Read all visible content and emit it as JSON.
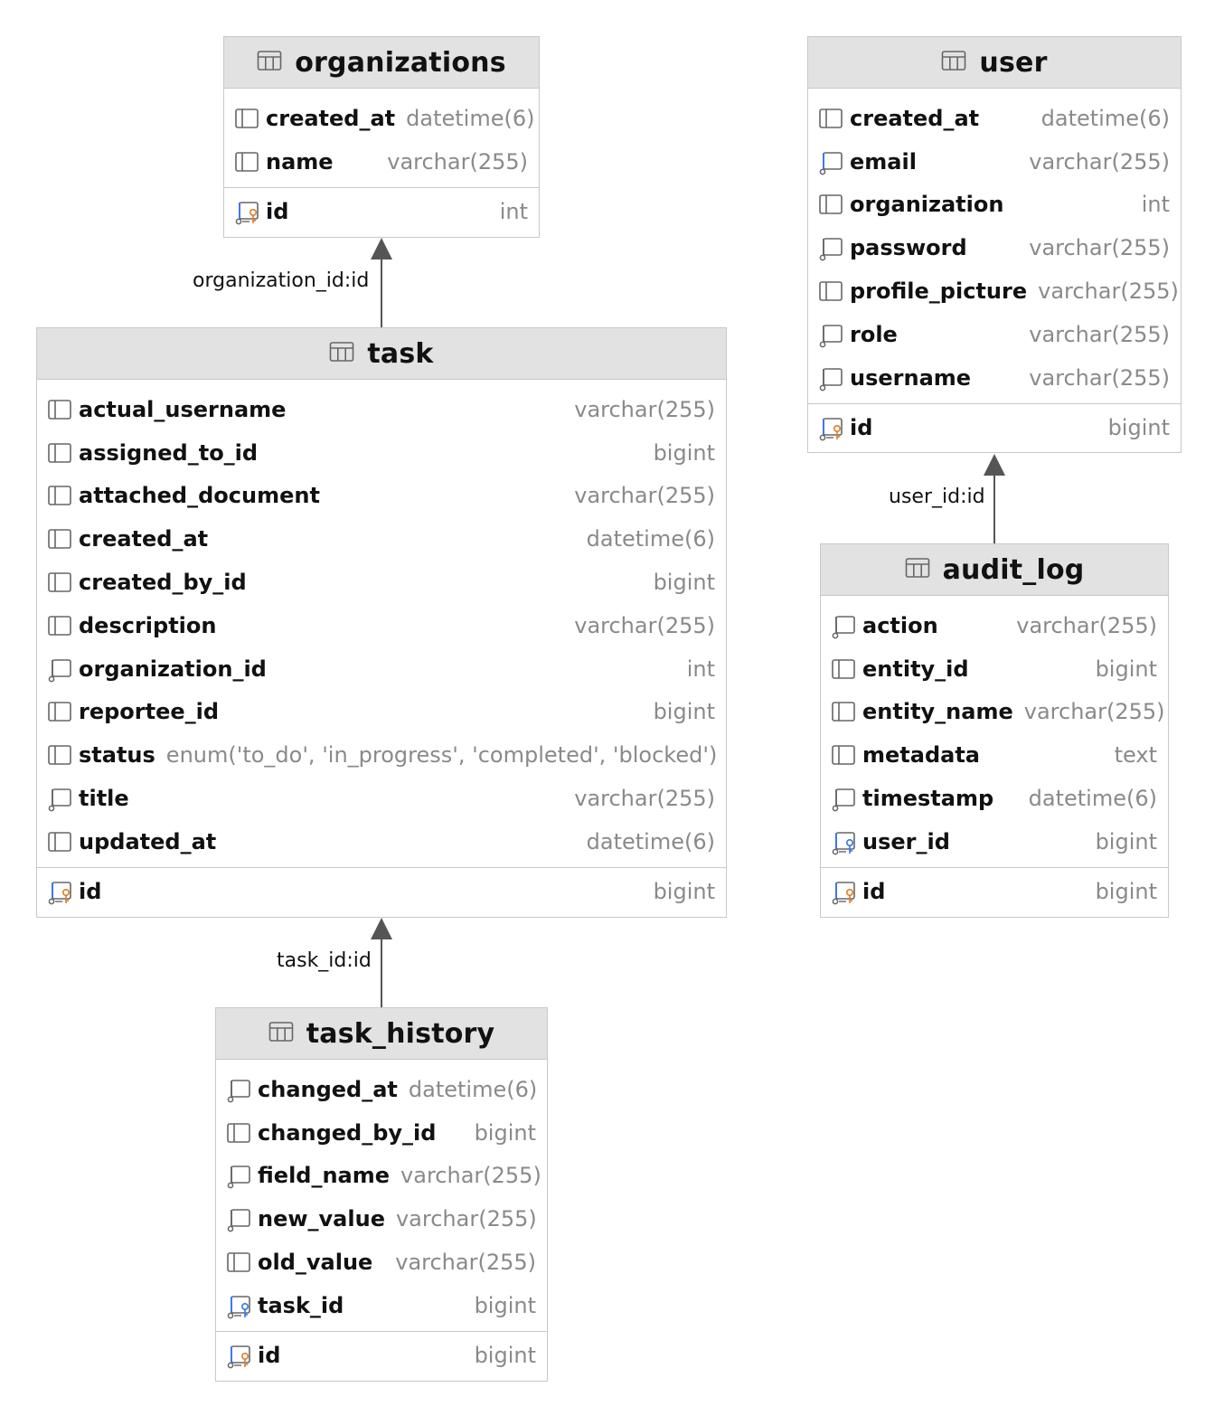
{
  "tables": {
    "organizations": {
      "name": "organizations",
      "columns": [
        {
          "name": "created_at",
          "type": "datetime(6)",
          "icon": "column-icon"
        },
        {
          "name": "name",
          "type": "varchar(255)",
          "icon": "column-icon"
        }
      ],
      "pk": {
        "name": "id",
        "type": "int",
        "icon": "primary-key-icon"
      }
    },
    "user": {
      "name": "user",
      "columns": [
        {
          "name": "created_at",
          "type": "datetime(6)",
          "icon": "column-icon"
        },
        {
          "name": "email",
          "type": "varchar(255)",
          "icon": "indexed-column-icon"
        },
        {
          "name": "organization",
          "type": "int",
          "icon": "column-icon"
        },
        {
          "name": "password",
          "type": "varchar(255)",
          "icon": "not-null-column-icon"
        },
        {
          "name": "profile_picture",
          "type": "varchar(255)",
          "icon": "column-icon"
        },
        {
          "name": "role",
          "type": "varchar(255)",
          "icon": "not-null-column-icon"
        },
        {
          "name": "username",
          "type": "varchar(255)",
          "icon": "not-null-column-icon"
        }
      ],
      "pk": {
        "name": "id",
        "type": "bigint",
        "icon": "primary-key-icon"
      }
    },
    "task": {
      "name": "task",
      "columns": [
        {
          "name": "actual_username",
          "type": "varchar(255)",
          "icon": "column-icon"
        },
        {
          "name": "assigned_to_id",
          "type": "bigint",
          "icon": "column-icon"
        },
        {
          "name": "attached_document",
          "type": "varchar(255)",
          "icon": "column-icon"
        },
        {
          "name": "created_at",
          "type": "datetime(6)",
          "icon": "column-icon"
        },
        {
          "name": "created_by_id",
          "type": "bigint",
          "icon": "column-icon"
        },
        {
          "name": "description",
          "type": "varchar(255)",
          "icon": "column-icon"
        },
        {
          "name": "organization_id",
          "type": "int",
          "icon": "not-null-column-icon"
        },
        {
          "name": "reportee_id",
          "type": "bigint",
          "icon": "column-icon"
        },
        {
          "name": "status",
          "type": "enum('to_do', 'in_progress', 'completed', 'blocked')",
          "icon": "column-icon"
        },
        {
          "name": "title",
          "type": "varchar(255)",
          "icon": "not-null-column-icon"
        },
        {
          "name": "updated_at",
          "type": "datetime(6)",
          "icon": "column-icon"
        }
      ],
      "pk": {
        "name": "id",
        "type": "bigint",
        "icon": "primary-key-icon"
      }
    },
    "audit_log": {
      "name": "audit_log",
      "columns": [
        {
          "name": "action",
          "type": "varchar(255)",
          "icon": "not-null-column-icon"
        },
        {
          "name": "entity_id",
          "type": "bigint",
          "icon": "column-icon"
        },
        {
          "name": "entity_name",
          "type": "varchar(255)",
          "icon": "column-icon"
        },
        {
          "name": "metadata",
          "type": "text",
          "icon": "column-icon"
        },
        {
          "name": "timestamp",
          "type": "datetime(6)",
          "icon": "not-null-column-icon"
        },
        {
          "name": "user_id",
          "type": "bigint",
          "icon": "foreign-key-icon"
        }
      ],
      "pk": {
        "name": "id",
        "type": "bigint",
        "icon": "primary-key-icon"
      }
    },
    "task_history": {
      "name": "task_history",
      "columns": [
        {
          "name": "changed_at",
          "type": "datetime(6)",
          "icon": "not-null-column-icon"
        },
        {
          "name": "changed_by_id",
          "type": "bigint",
          "icon": "column-icon"
        },
        {
          "name": "field_name",
          "type": "varchar(255)",
          "icon": "not-null-column-icon"
        },
        {
          "name": "new_value",
          "type": "varchar(255)",
          "icon": "not-null-column-icon"
        },
        {
          "name": "old_value",
          "type": "varchar(255)",
          "icon": "column-icon"
        },
        {
          "name": "task_id",
          "type": "bigint",
          "icon": "foreign-key-icon"
        }
      ],
      "pk": {
        "name": "id",
        "type": "bigint",
        "icon": "primary-key-icon"
      }
    }
  },
  "relations": [
    {
      "from": "task",
      "to": "organizations",
      "label": "organization_id:id"
    },
    {
      "from": "audit_log",
      "to": "user",
      "label": "user_id:id"
    },
    {
      "from": "task_history",
      "to": "task",
      "label": "task_id:id"
    }
  ],
  "colors": {
    "header_bg": "#e2e2e2",
    "border": "#c8c8c8",
    "type_text": "#8a8a8a",
    "icon_gray": "#666666",
    "icon_blue": "#3574f0",
    "key_orange": "#e07b2a",
    "edge": "#555555"
  }
}
